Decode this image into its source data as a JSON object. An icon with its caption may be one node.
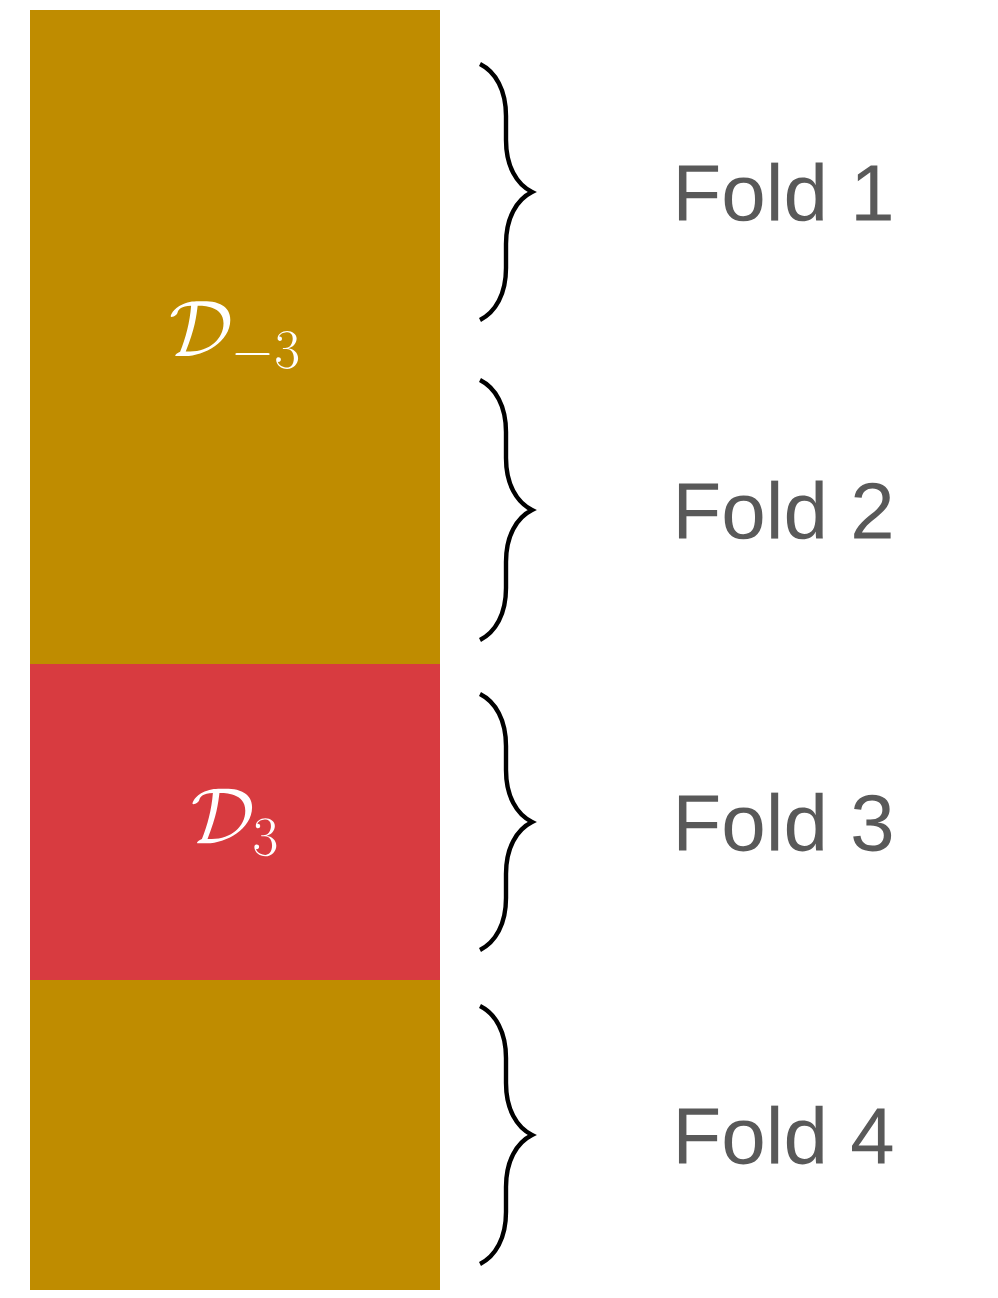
{
  "diagram": {
    "nodes": [
      {
        "text": [
          "\\mathcal{D}_{-3}"
        ]
      },
      {
        "text": [
          "\\mathcal{D}_{3}"
        ]
      },
      {
        "text": [],
        "shape": "box"
      }
    ],
    "labels": [
      "Fold 1",
      "Fold 2",
      "Fold 3",
      "Fold 4"
    ]
  }
}
